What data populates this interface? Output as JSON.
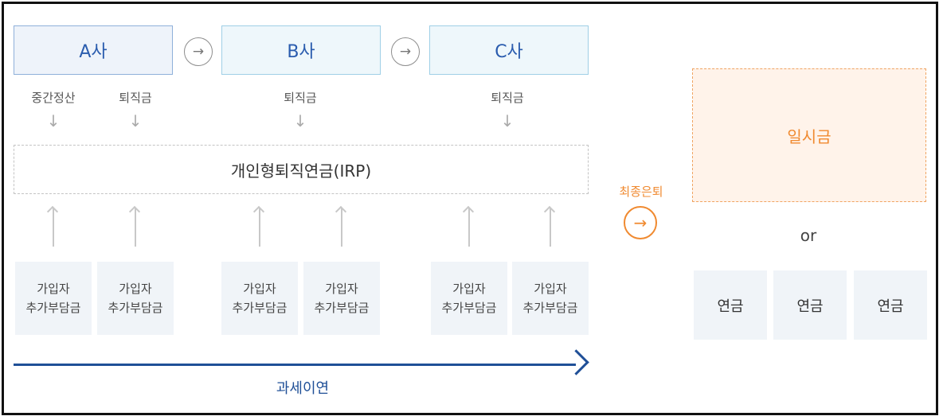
{
  "companies": {
    "a": "A사",
    "b": "B사",
    "c": "C사"
  },
  "flow_arrow_glyph": "→",
  "source_labels": {
    "a_interim": "중간정산",
    "a_retirement": "퇴직금",
    "b_retirement": "퇴직금",
    "c_retirement": "퇴직금"
  },
  "down_arrow_glyph": "↓",
  "irp_label": "개인형퇴직연금(IRP)",
  "contribution": {
    "line1": "가입자",
    "line2": "추가부담금"
  },
  "tax_deferral_label": "과세이연",
  "final_retirement": {
    "label": "최종은퇴",
    "arrow": "→"
  },
  "outcomes": {
    "lump_sum": "일시금",
    "or_label": "or",
    "annuity": [
      "연금",
      "연금",
      "연금"
    ]
  },
  "colors": {
    "company_text": "#2a5cae",
    "tax_arrow": "#1f4f97",
    "retirement_accent": "#f08a30"
  }
}
